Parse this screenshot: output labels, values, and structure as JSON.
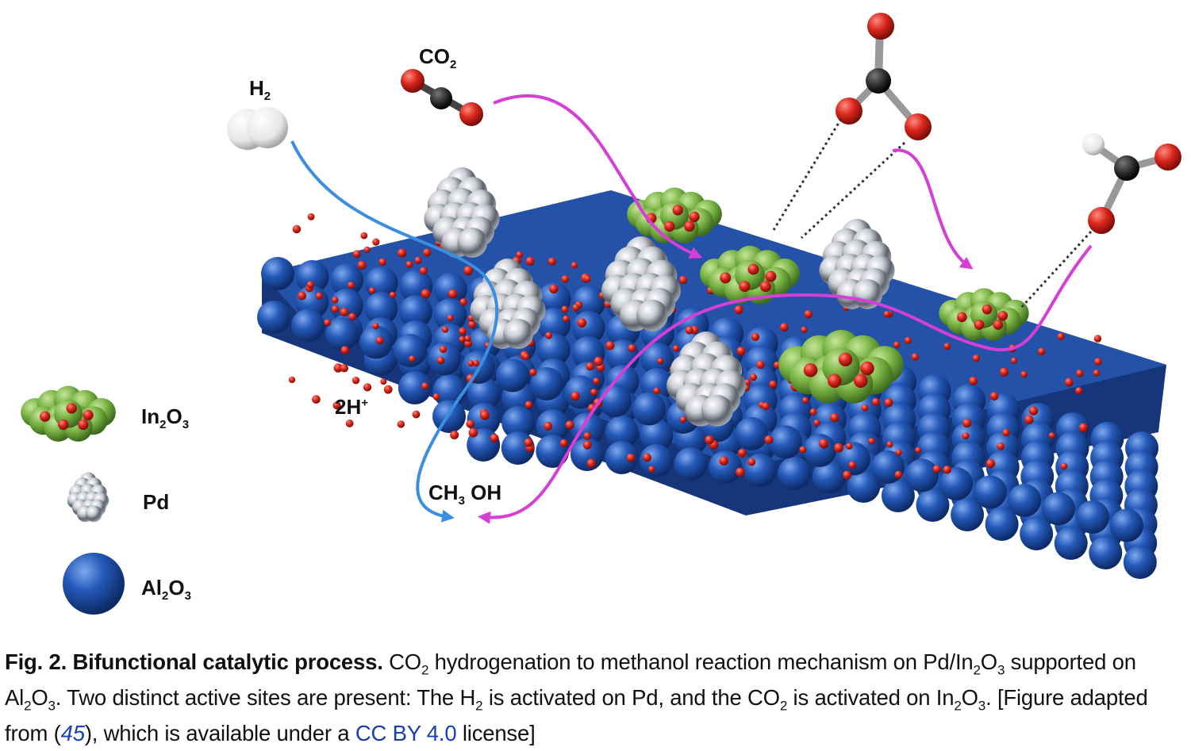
{
  "diagram": {
    "molecule_labels": {
      "h2": "H",
      "h2_sub": "2",
      "co2": "CO",
      "co2_sub": "2",
      "protons": "2H",
      "protons_sup": "+",
      "methanol_a": "CH",
      "methanol_sub": "3",
      "methanol_b": " OH"
    },
    "legend": [
      {
        "symbol": "In",
        "sub1": "2",
        "mid": "O",
        "sub2": "3",
        "swatch": "in2o3-cluster-icon"
      },
      {
        "symbol": "Pd",
        "swatch": "pd-cluster-icon"
      },
      {
        "symbol": "Al",
        "sub1": "2",
        "mid": "O",
        "sub2": "3",
        "swatch": "al2o3-sphere-icon"
      }
    ],
    "colors": {
      "al2o3": "#1e4fa8",
      "in2o3": "#7ab648",
      "oxygen": "#d9261c",
      "carbon": "#2a2a2a",
      "hydrogen": "#f2f2f2",
      "pd": "#c9ccd2",
      "h2_pathway": "#3a8ee0",
      "co2_pathway": "#d63fd6"
    }
  },
  "caption": {
    "fig_label": "Fig. 2. Bifunctional catalytic process.",
    "t1": " CO",
    "s1": "2",
    "t2": " hydrogenation to methanol reaction mechanism on Pd/In",
    "s2": "2",
    "t3": "O",
    "s3": "3",
    "t4": " supported on Al",
    "s4": "2",
    "t5": "O",
    "s5": "3",
    "t6": ". Two distinct active sites are present: The H",
    "s6": "2",
    "t7": " is activated on Pd, and the CO",
    "s7": "2",
    "t8": " is activated on In",
    "s8": "2",
    "t9": "O",
    "s9": "3",
    "t10": ". [Figure adapted from (",
    "ref": "45",
    "t11": "), which is available under a ",
    "license": "CC BY 4.0",
    "t12": " license]"
  }
}
